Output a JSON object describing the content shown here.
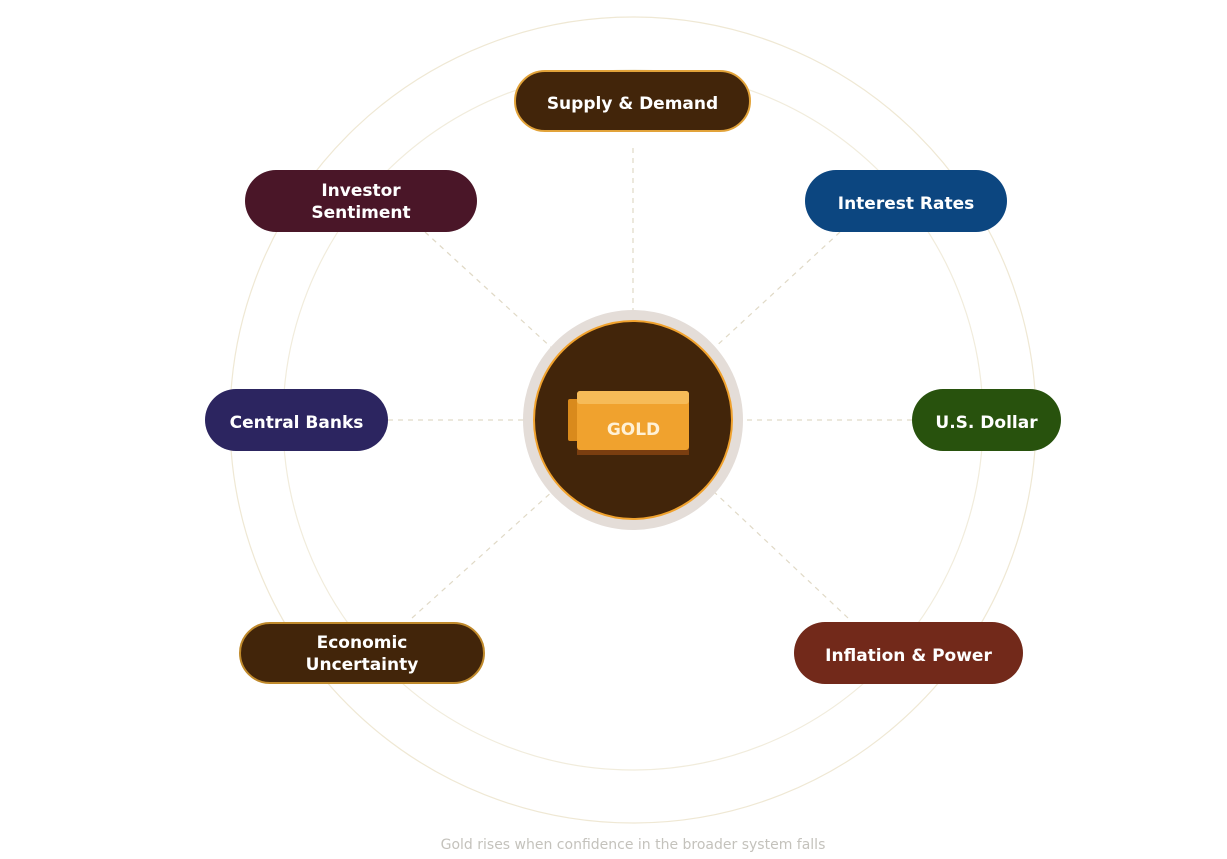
{
  "center": {
    "label": "GOLD"
  },
  "factors": [
    {
      "label": "Supply & Demand",
      "color": "#42250a"
    },
    {
      "label": "Interest Rates",
      "color": "#0c4680"
    },
    {
      "label": "U.S. Dollar",
      "color": "#28520d"
    },
    {
      "label": "Inflation & Power",
      "color": "#72291a"
    },
    {
      "label": "Economic Uncertainty",
      "line1": "Economic",
      "line2": "Uncertainty",
      "color": "#42250a"
    },
    {
      "label": "Central Banks",
      "color": "#2c2560"
    },
    {
      "label": "Investor Sentiment",
      "line1": "Investor",
      "line2": "Sentiment",
      "color": "#4a1628"
    }
  ],
  "caption": "Gold rises when confidence in the broader system falls",
  "colors": {
    "gold": "#f0a22e",
    "center_fill": "#42250a",
    "ring": "#efe8d4",
    "connector": "#e2dcc8"
  }
}
